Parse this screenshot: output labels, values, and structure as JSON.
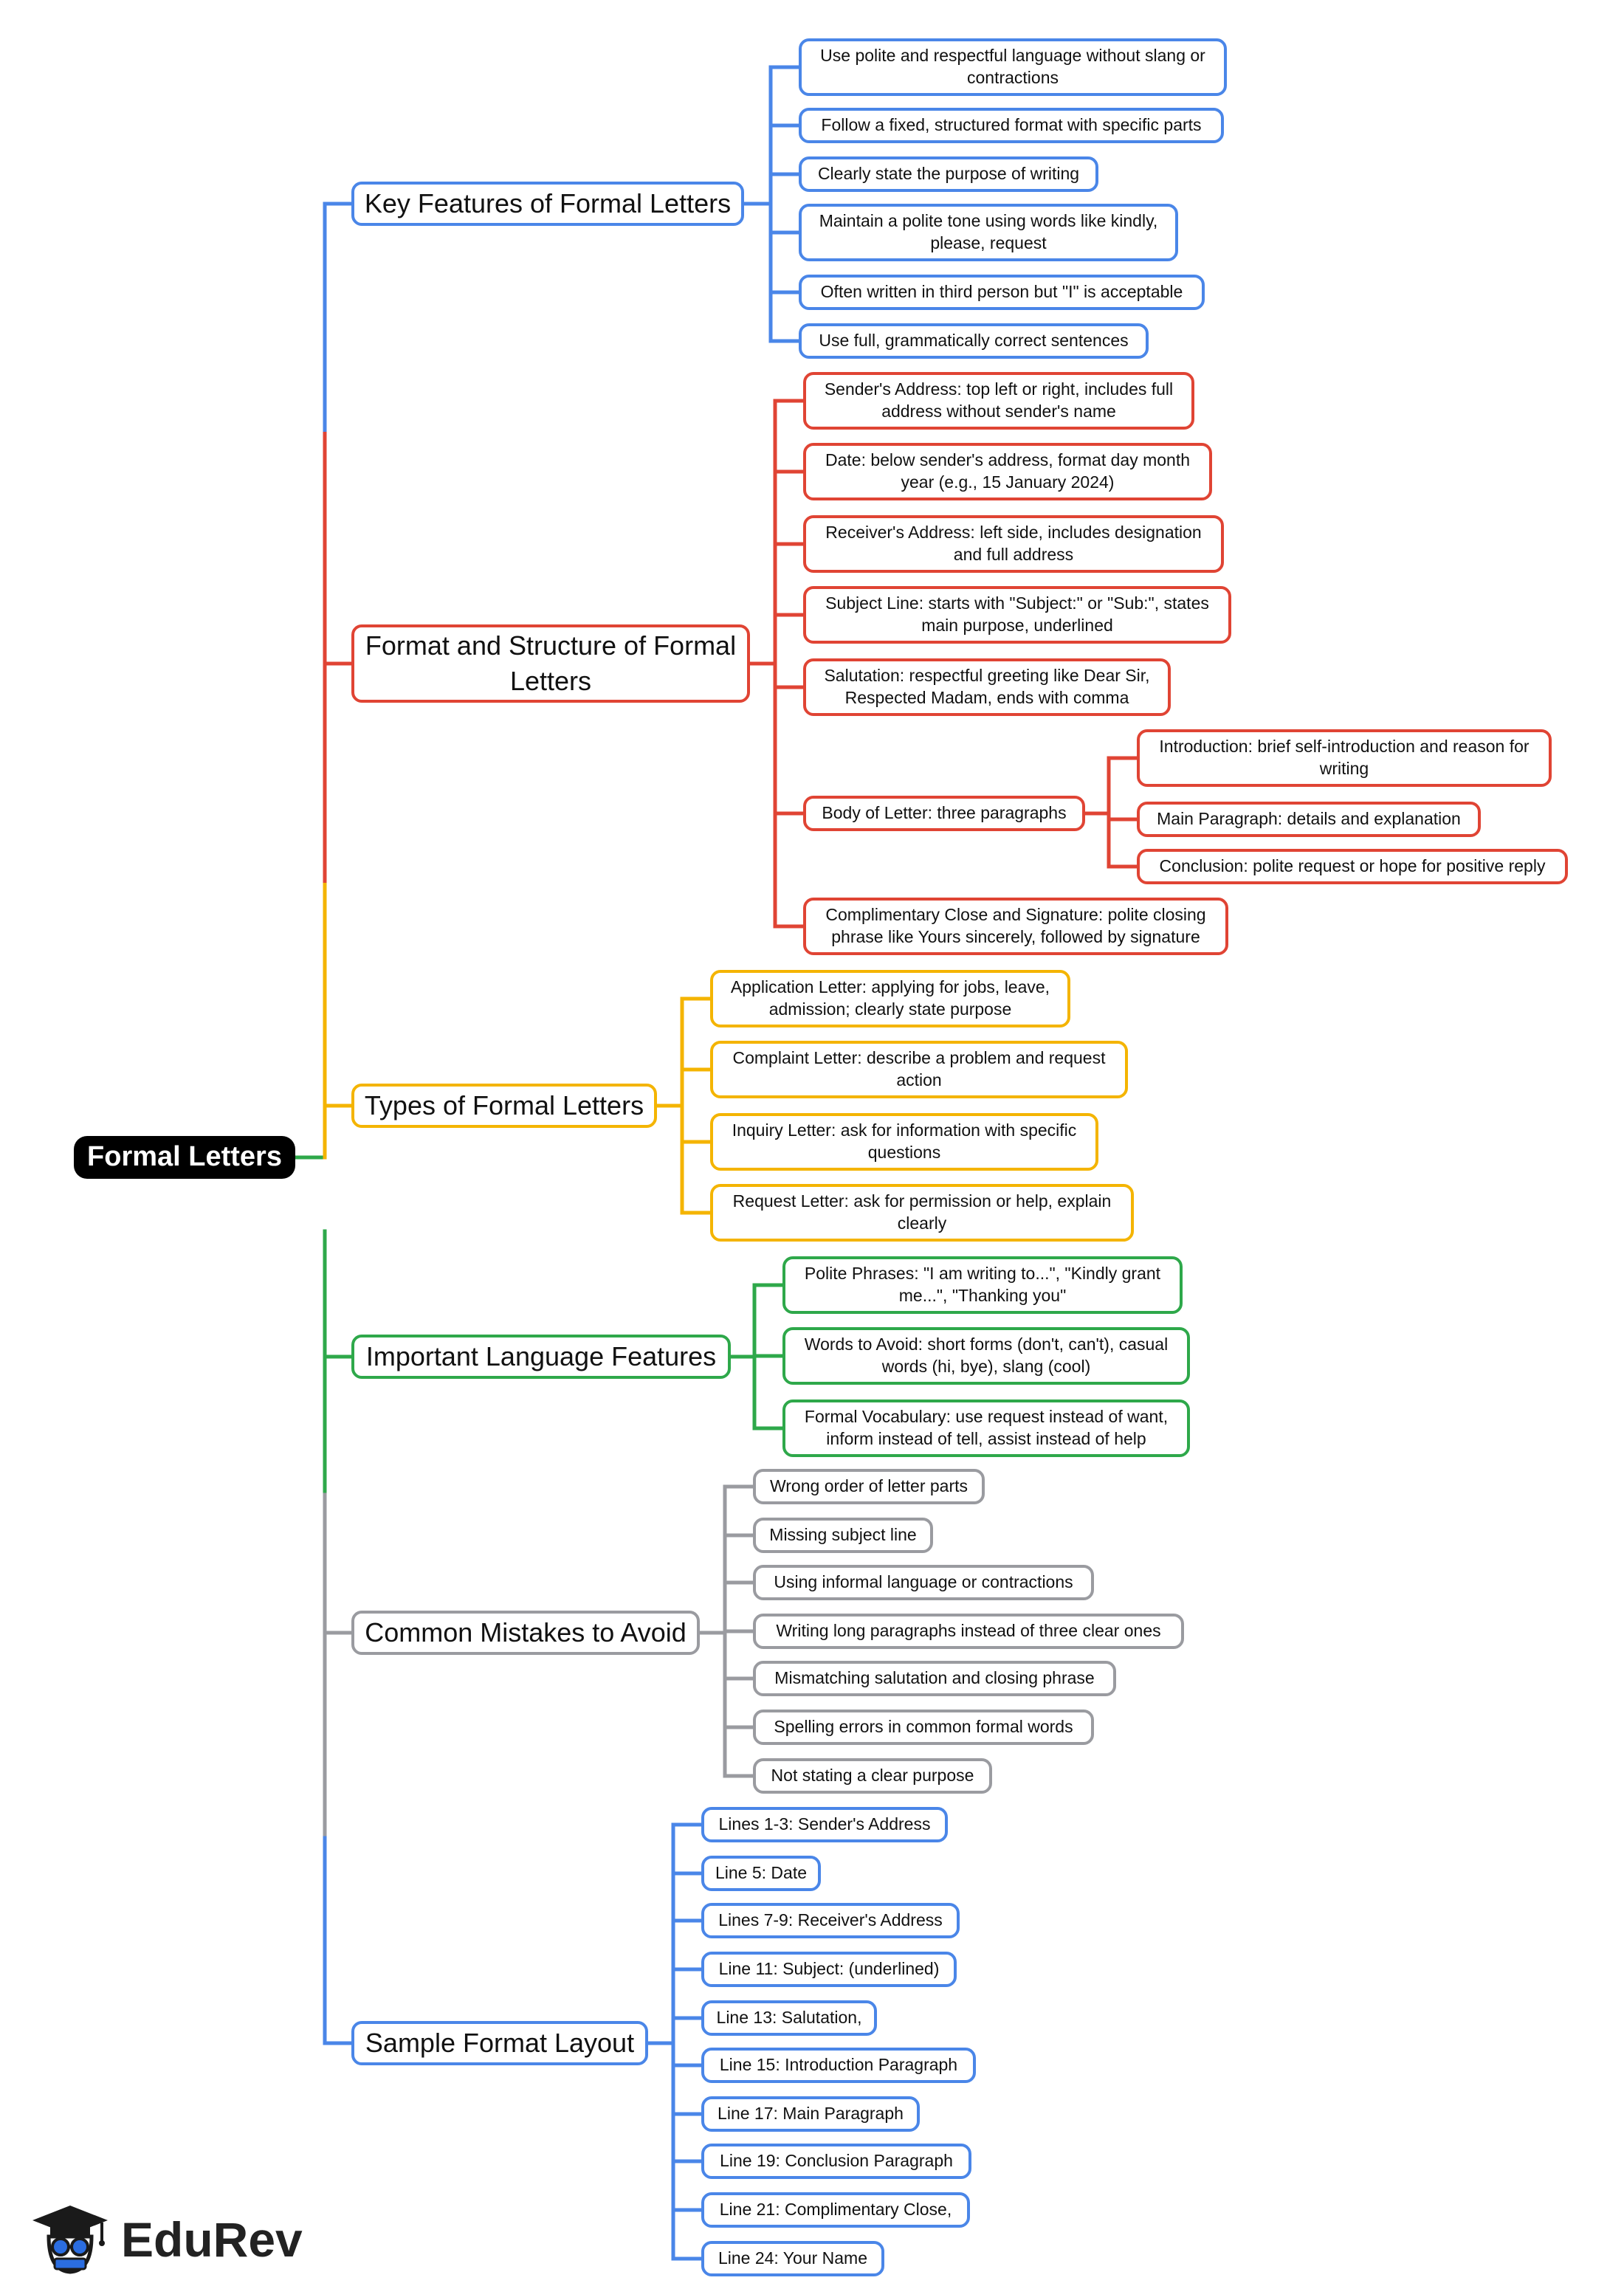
{
  "root": {
    "label": "Formal Letters"
  },
  "colors": {
    "blue": "#4a86e8",
    "red": "#e04434",
    "yellow": "#f4b400",
    "green": "#2ea84a",
    "gray": "#9a9ba0"
  },
  "branches": [
    {
      "label": "Key Features of Formal Letters",
      "color": "blue",
      "children": [
        {
          "label": "Use polite and respectful language without slang or contractions"
        },
        {
          "label": "Follow a fixed, structured format with specific parts"
        },
        {
          "label": "Clearly state the purpose of writing"
        },
        {
          "label": "Maintain a polite tone using words like kindly, please, request"
        },
        {
          "label": "Often written in third person but \"I\" is acceptable"
        },
        {
          "label": "Use full, grammatically correct sentences"
        }
      ]
    },
    {
      "label": "Format and Structure of Formal Letters",
      "color": "red",
      "children": [
        {
          "label": "Sender's Address: top left or right, includes full address without sender's name"
        },
        {
          "label": "Date: below sender's address, format day month year (e.g., 15 January 2024)"
        },
        {
          "label": "Receiver's Address: left side, includes designation and full address"
        },
        {
          "label": "Subject Line: starts with \"Subject:\" or \"Sub:\", states main purpose, underlined"
        },
        {
          "label": "Salutation: respectful greeting like Dear Sir, Respected Madam, ends with comma"
        },
        {
          "label": "Body of Letter: three paragraphs",
          "children": [
            {
              "label": "Introduction: brief self-introduction and reason for writing"
            },
            {
              "label": "Main Paragraph: details and explanation"
            },
            {
              "label": "Conclusion: polite request or hope for positive reply"
            }
          ]
        },
        {
          "label": "Complimentary Close and Signature: polite closing phrase like Yours sincerely, followed by signature"
        }
      ]
    },
    {
      "label": "Types of Formal Letters",
      "color": "yellow",
      "children": [
        {
          "label": "Application Letter: applying for jobs, leave, admission; clearly state purpose"
        },
        {
          "label": "Complaint Letter: describe a problem and request action"
        },
        {
          "label": "Inquiry Letter: ask for information with specific questions"
        },
        {
          "label": "Request Letter: ask for permission or help, explain clearly"
        }
      ]
    },
    {
      "label": "Important Language Features",
      "color": "green",
      "children": [
        {
          "label": "Polite Phrases: \"I am writing to...\", \"Kindly grant me...\", \"Thanking you\""
        },
        {
          "label": "Words to Avoid: short forms (don't, can't), casual words (hi, bye), slang (cool)"
        },
        {
          "label": "Formal Vocabulary: use request instead of want, inform instead of tell, assist instead of help"
        }
      ]
    },
    {
      "label": "Common Mistakes to Avoid",
      "color": "gray",
      "children": [
        {
          "label": "Wrong order of letter parts"
        },
        {
          "label": "Missing subject line"
        },
        {
          "label": "Using informal language or contractions"
        },
        {
          "label": "Writing long paragraphs instead of three clear ones"
        },
        {
          "label": "Mismatching salutation and closing phrase"
        },
        {
          "label": "Spelling errors in common formal words"
        },
        {
          "label": "Not stating a clear purpose"
        }
      ]
    },
    {
      "label": "Sample Format Layout",
      "color": "blue",
      "children": [
        {
          "label": "Lines 1-3: Sender's Address"
        },
        {
          "label": "Line 5: Date"
        },
        {
          "label": "Lines 7-9: Receiver's Address"
        },
        {
          "label": "Line 11: Subject: (underlined)"
        },
        {
          "label": "Line 13: Salutation,"
        },
        {
          "label": "Line 15: Introduction Paragraph"
        },
        {
          "label": "Line 17: Main Paragraph"
        },
        {
          "label": "Line 19: Conclusion Paragraph"
        },
        {
          "label": "Line 21: Complimentary Close,"
        },
        {
          "label": "Line 24: Your Name"
        }
      ]
    }
  ],
  "brand": {
    "name": "EduRev",
    "icon": "graduation-cap-owl-icon"
  }
}
